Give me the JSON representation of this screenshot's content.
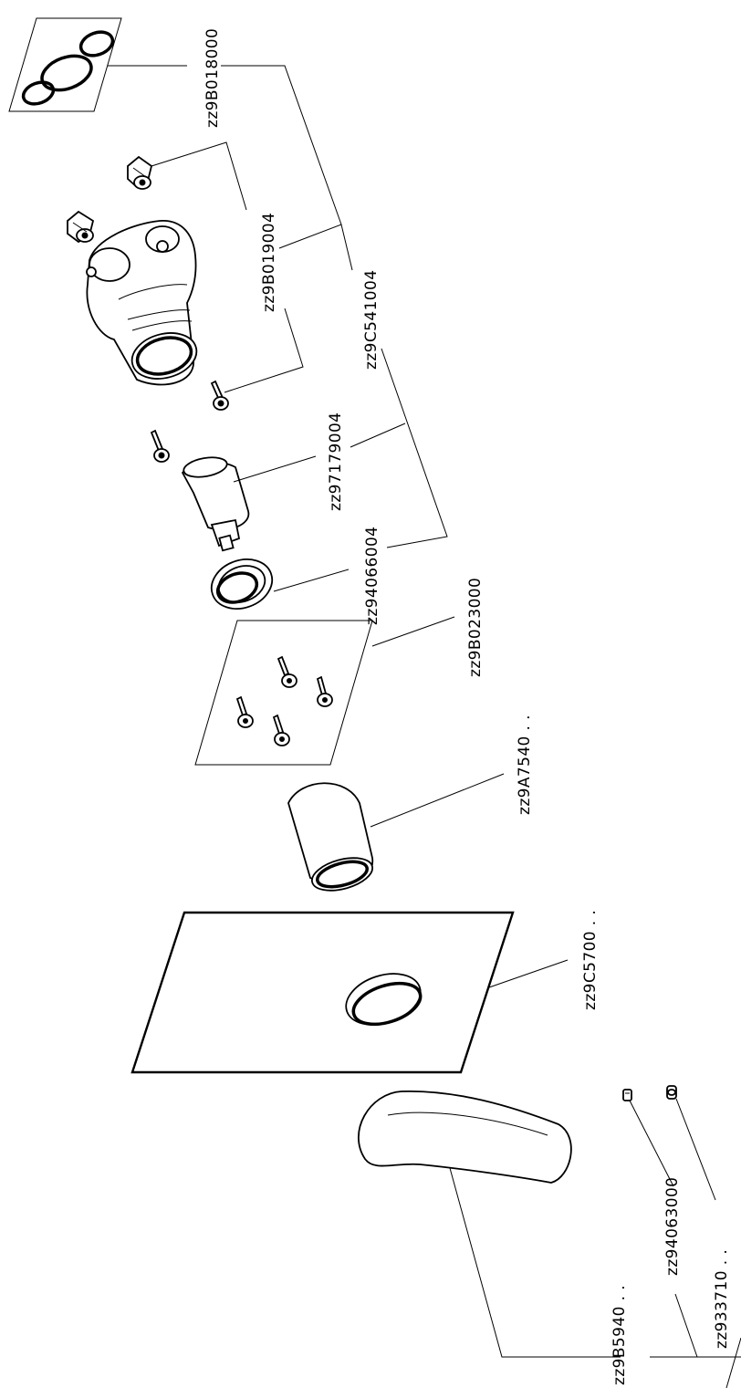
{
  "diagram": {
    "part_labels": [
      "zz9B018000",
      "zz9B019004",
      "zz9C541004",
      "zz97179004",
      "zz94066004",
      "zz9B023000",
      "zz9A7540 . .",
      "zz9C5700 . .",
      "zz9B5940 . .",
      "zz94063000",
      "zz933710 . ."
    ]
  }
}
